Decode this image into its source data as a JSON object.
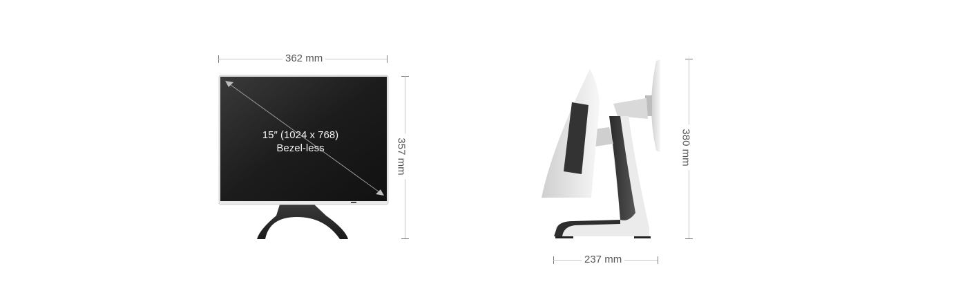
{
  "front_view": {
    "width_label": "362 mm",
    "height_label": "357 mm",
    "screen_spec_line1": "15″ (1024 x 768)",
    "screen_spec_line2": "Bezel-less"
  },
  "side_view": {
    "height_label": "380 mm",
    "depth_label": "237 mm"
  },
  "colors": {
    "dimension_line": "#c4c4c4",
    "dimension_tick": "#777777",
    "label_text": "#555555",
    "screen": "#1e1e1e",
    "bezel": "#e8e8e8",
    "stand_dark": "#2e2e2e",
    "stand_light": "#ececec"
  }
}
